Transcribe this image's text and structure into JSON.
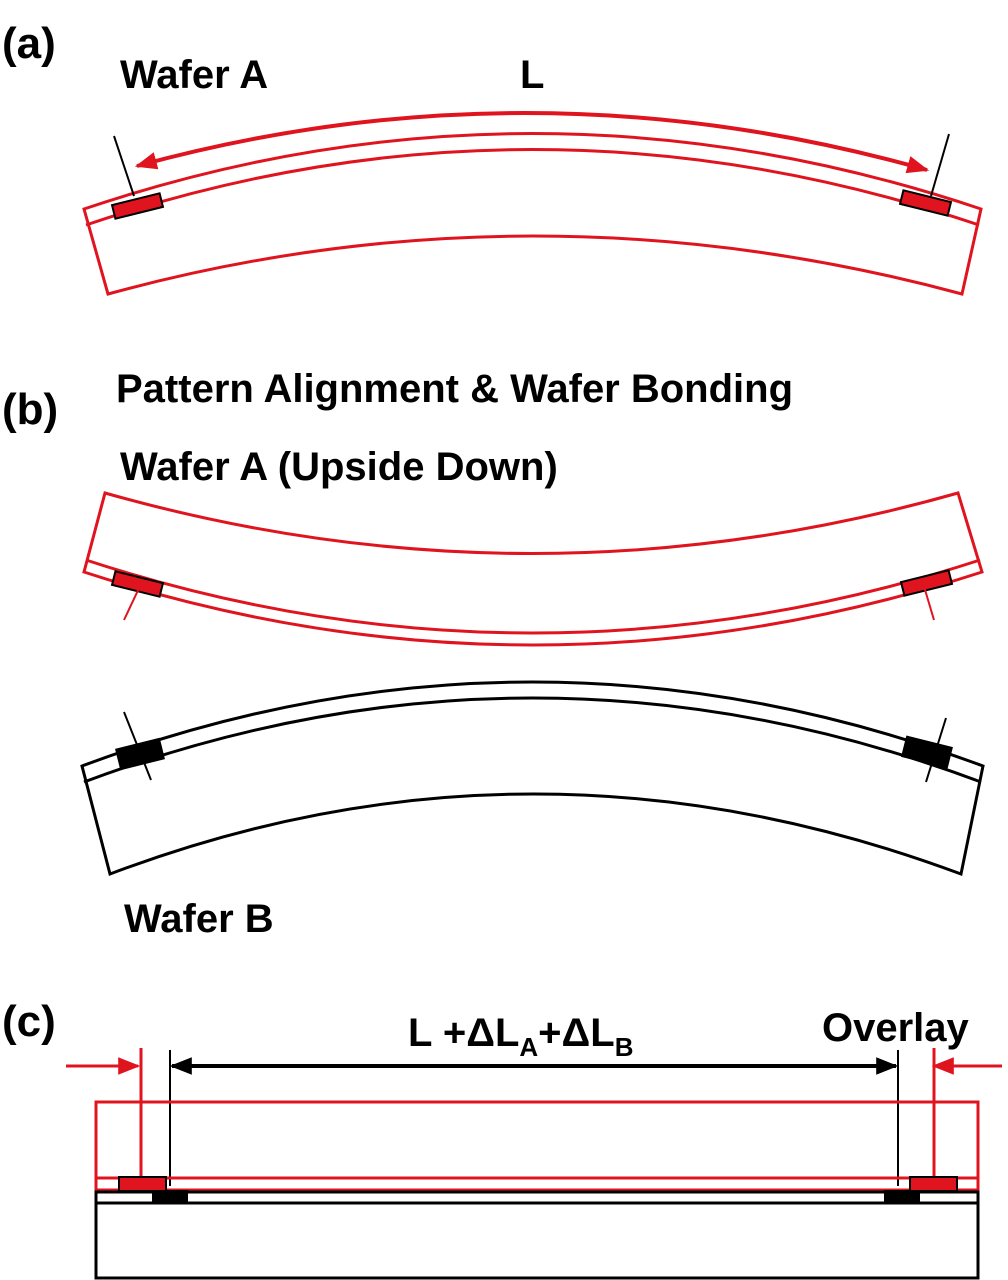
{
  "colors": {
    "wafer_a": "#e0141e",
    "wafer_b": "#000000",
    "background": "#ffffff"
  },
  "panel_a": {
    "tag": "(a)",
    "wafer_label": "Wafer A",
    "length_label": "L"
  },
  "panel_b": {
    "tag": "(b)",
    "title": "Pattern Alignment & Wafer Bonding",
    "wafer_a_label": "Wafer A (Upside Down)",
    "wafer_b_label": "Wafer B"
  },
  "panel_c": {
    "tag": "(c)",
    "length_label": {
      "base": "L +",
      "delta": "Δ",
      "l": "L",
      "sub_a": "A",
      "plus": "+",
      "sub_b": "B"
    },
    "overlay_label": "Overlay"
  }
}
